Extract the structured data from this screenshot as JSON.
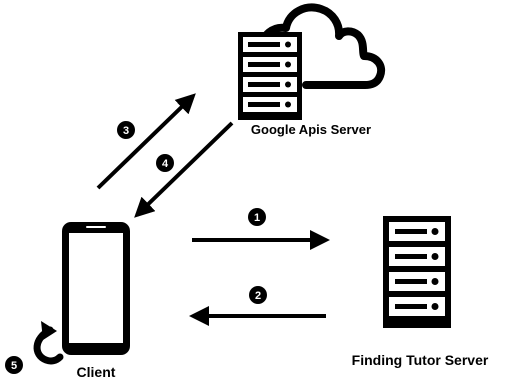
{
  "nodes": {
    "google": {
      "label": "Google Apis Server",
      "icons": [
        "server-rack-icon",
        "cloud-icon"
      ]
    },
    "tutor_server": {
      "label": "Finding Tutor Server",
      "icons": [
        "server-rack-icon"
      ]
    },
    "client": {
      "label": "Client",
      "icons": [
        "smartphone-icon"
      ]
    }
  },
  "steps": [
    {
      "number": "1",
      "from": "client",
      "to": "tutor_server"
    },
    {
      "number": "2",
      "from": "tutor_server",
      "to": "client"
    },
    {
      "number": "3",
      "from": "client",
      "to": "google"
    },
    {
      "number": "4",
      "from": "google",
      "to": "client"
    },
    {
      "number": "5",
      "from": "client",
      "to": "client",
      "icon": "refresh-arrow-icon"
    }
  ],
  "colors": {
    "stroke": "#000000",
    "badge": "#000000",
    "badge_text": "#ffffff",
    "background": "#ffffff"
  }
}
